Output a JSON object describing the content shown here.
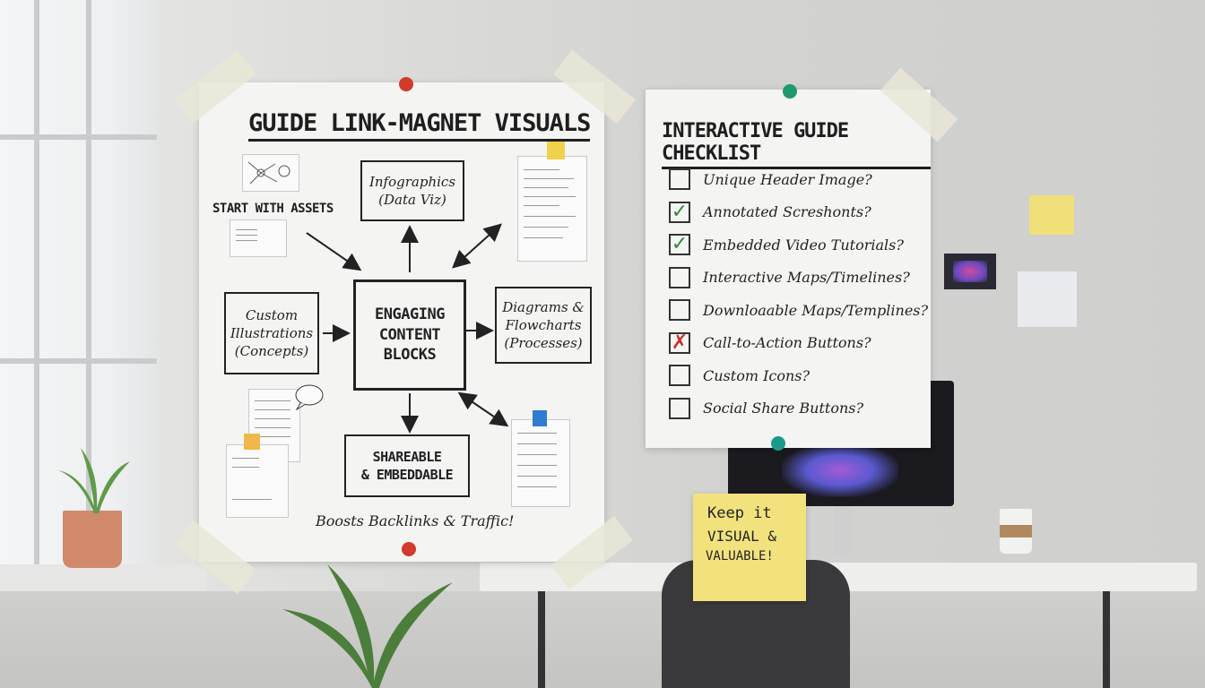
{
  "poster_left": {
    "title": "GUIDE LINK-MAGNET VISUALS",
    "start_label": "START WITH ASSETS",
    "center": "ENGAGING\nCONTENT\nBLOCKS",
    "infographics": "Infographics\n(Data Viz)",
    "custom_illustrations": "Custom\nIllustrations\n(Concepts)",
    "diagrams": "Diagrams &\nFlowcharts\n(Processes)",
    "shareable": "SHAREABLE\n& EMBEDDABLE",
    "footer": "Boosts Backlinks & Traffic!"
  },
  "poster_right": {
    "title": "INTERACTIVE GUIDE CHECKLIST",
    "items": [
      {
        "label": "Unique Header Image?",
        "state": "empty",
        "mark": ""
      },
      {
        "label": "Annotated Screshonts?",
        "state": "checked",
        "mark": "✓"
      },
      {
        "label": "Embedded Video Tutorials?",
        "state": "checked",
        "mark": "✓"
      },
      {
        "label": "Interactive Maps/Timelines?",
        "state": "empty",
        "mark": ""
      },
      {
        "label": "Downloaable Maps/Templines?",
        "state": "empty",
        "mark": ""
      },
      {
        "label": "Call-to-Action Buttons?",
        "state": "crossed",
        "mark": "✗"
      },
      {
        "label": "Custom Icons?",
        "state": "empty",
        "mark": ""
      },
      {
        "label": "Social Share Buttons?",
        "state": "empty",
        "mark": ""
      }
    ]
  },
  "sticky_note": {
    "line1": "Keep it",
    "line2": "VISUAL &",
    "line3": "VALUABLE!"
  },
  "colors": {
    "check_green": "#2e8b3a",
    "cross_red": "#c8302c",
    "pin_red": "#d23a2a",
    "pin_green": "#1f9a6a",
    "pin_teal": "#1a9a8a",
    "sticky_yellow": "#f1e27e"
  }
}
